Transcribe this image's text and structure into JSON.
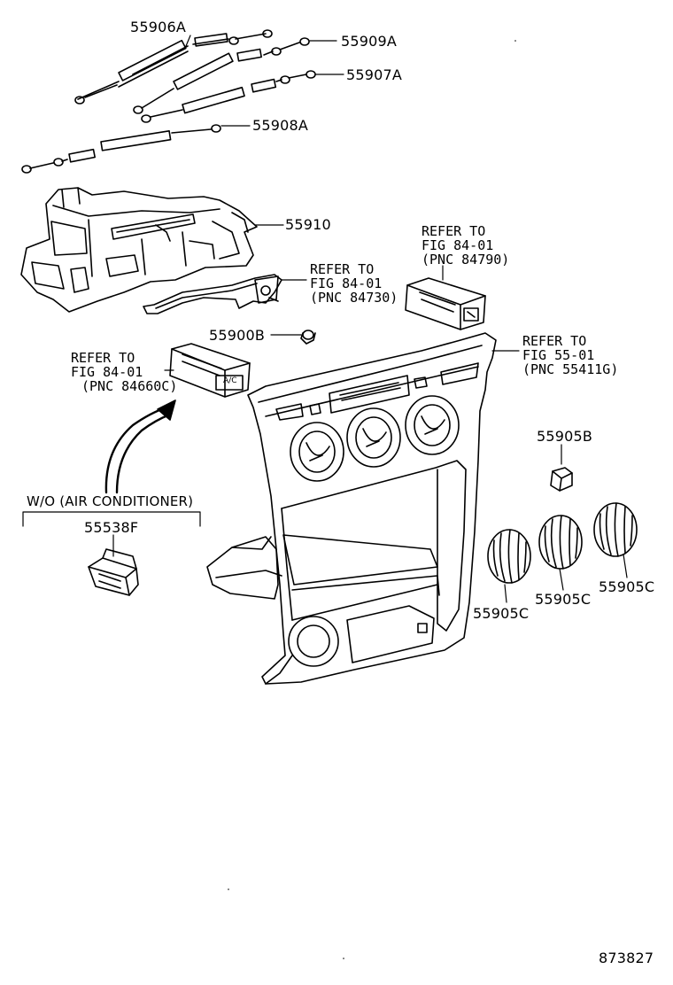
{
  "parts": {
    "p55906A": "55906A",
    "p55909A": "55909A",
    "p55907A": "55907A",
    "p55908A": "55908A",
    "p55910": "55910",
    "p55900B": "55900B",
    "p55905B": "55905B",
    "p55905C_1": "55905C",
    "p55905C_2": "55905C",
    "p55905C_3": "55905C",
    "p55538F": "55538F"
  },
  "references": {
    "ref_84730": [
      "REFER TO",
      "FIG 84-01",
      "(PNC 84730)"
    ],
    "ref_84790": [
      "REFER TO",
      "FIG 84-01",
      "(PNC 84790)"
    ],
    "ref_55411G": [
      "REFER TO",
      "FIG 55-01",
      "(PNC 55411G)"
    ],
    "ref_84660C": [
      "REFER TO",
      "FIG 84-01",
      "(PNC 84660C)"
    ]
  },
  "variant_label": "W/O (AIR CONDITIONER)",
  "switch_marking": "A/C",
  "diagram_number": "873827",
  "colors": {
    "ink": "#000000",
    "paper": "#ffffff"
  }
}
